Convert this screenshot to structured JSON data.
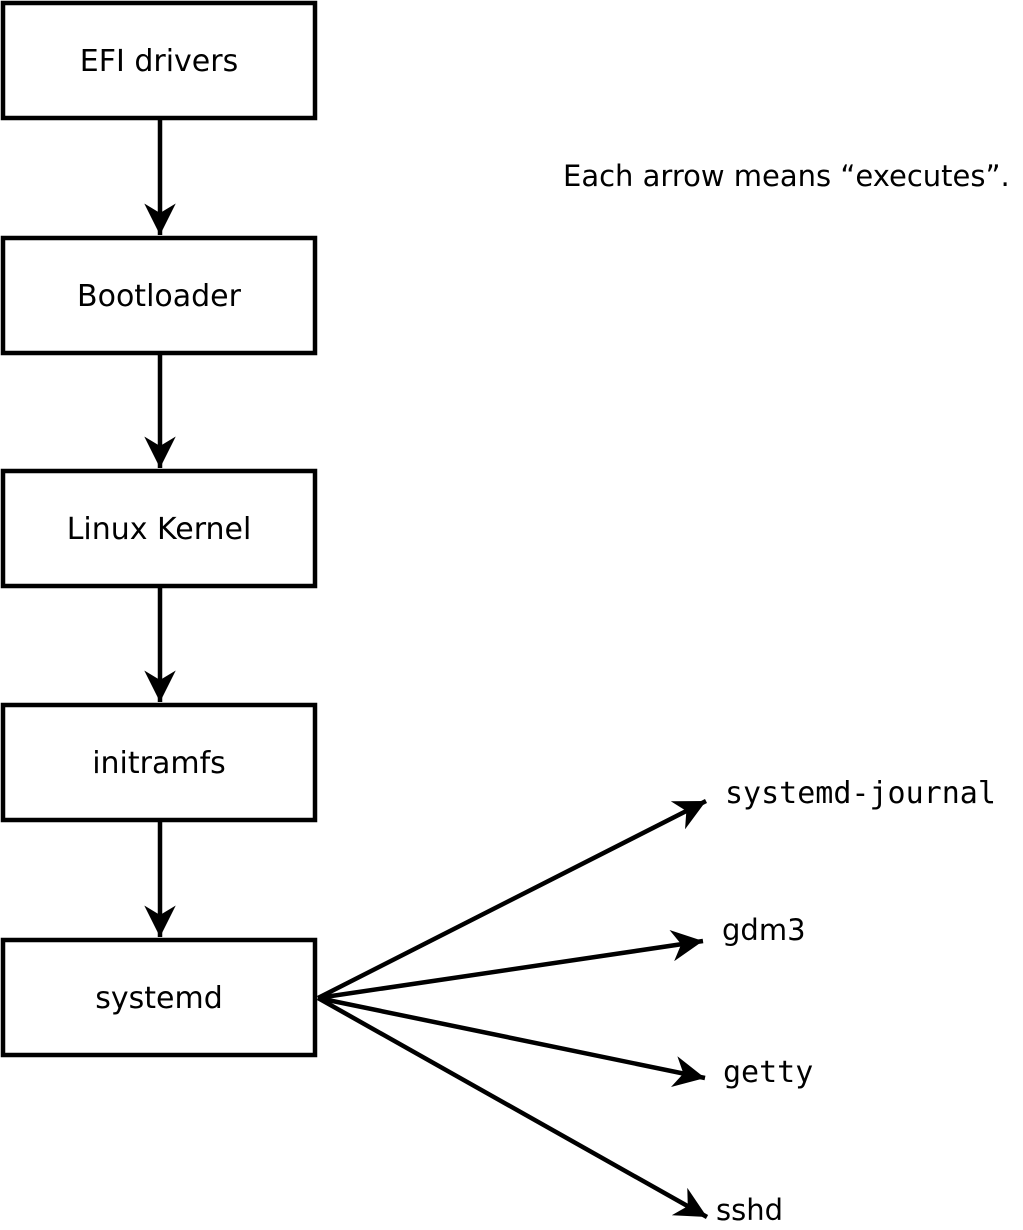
{
  "diagram": {
    "caption": "Each arrow means “executes”.",
    "chain": [
      {
        "label": "EFI drivers"
      },
      {
        "label": "Bootloader"
      },
      {
        "label": "Linux Kernel"
      },
      {
        "label": "initramfs"
      },
      {
        "label": "systemd"
      }
    ],
    "spawned_processes": [
      {
        "label": "systemd-journal"
      },
      {
        "label": "gdm3"
      },
      {
        "label": "getty"
      },
      {
        "label": "sshd"
      }
    ],
    "colors": {
      "line": "#000000",
      "box_fill": "#ffffff",
      "text": "#000000",
      "background": "#ffffff"
    }
  }
}
